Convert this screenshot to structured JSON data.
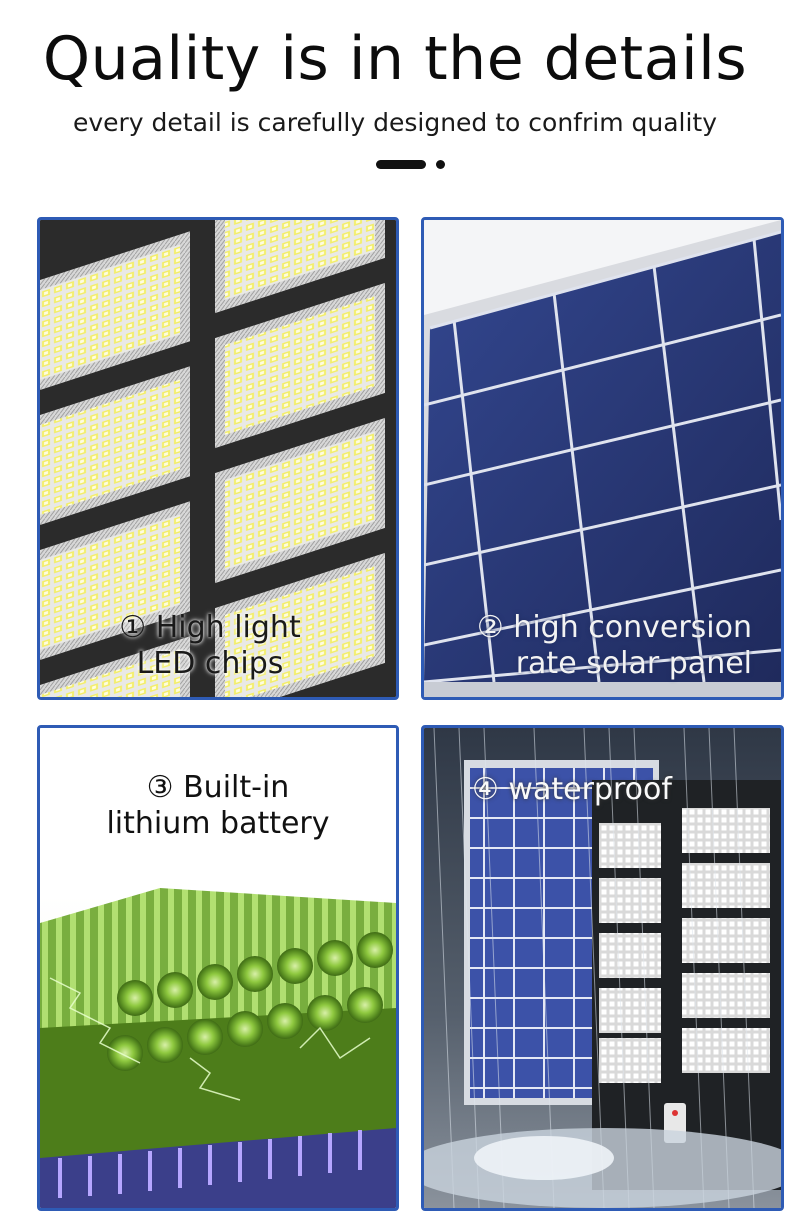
{
  "header": {
    "title": "Quality is in the details",
    "subtitle": "every detail is carefully designed to confrim quality"
  },
  "features": [
    {
      "line1": "① High light",
      "line2": "LED chips"
    },
    {
      "line1": "② high conversion",
      "line2": "rate solar panel"
    },
    {
      "line1": "③ Built-in",
      "line2": "lithium battery"
    },
    {
      "line1": "④ waterproof",
      "line2": ""
    }
  ],
  "colors": {
    "card_border": "#2e5bb5",
    "solar_cell": "#2b3a78",
    "battery_green": "#7fc23a",
    "led_yellow": "#f2e95a"
  }
}
